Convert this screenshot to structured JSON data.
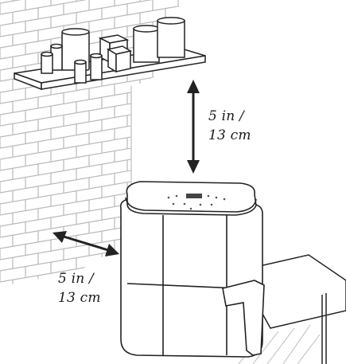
{
  "clearance_top": {
    "line1": "5 in /",
    "line2": "13 cm"
  },
  "clearance_side": {
    "line1": "5 in /",
    "line2": "13 cm"
  },
  "colors": {
    "line": "#222222",
    "brick": "#b9b9b9",
    "fill": "#ffffff"
  }
}
